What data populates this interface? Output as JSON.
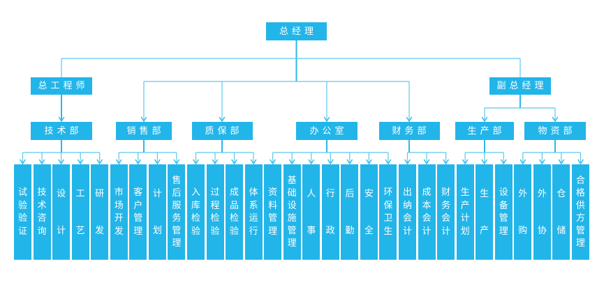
{
  "palette": {
    "background": "#ffffff",
    "node_fill": "#22b5e9",
    "node_text": "#ffffff",
    "line_color": "#5bc8f0",
    "line_strong": "#2db7e9",
    "arrow_color": "#3dbfeb"
  },
  "org_chart": {
    "type": "org-tree",
    "root": {
      "id": "general-manager",
      "label": "总经理"
    },
    "executives": [
      {
        "id": "chief-engineer",
        "label": "总工程师"
      },
      {
        "id": "deputy-general-manager",
        "label": "副总经理"
      }
    ],
    "departments": [
      {
        "id": "technology",
        "label": "技术部",
        "reports_to": "chief-engineer",
        "functions": [
          "试验验证",
          "技术咨询",
          "设计",
          "工艺",
          "研发"
        ]
      },
      {
        "id": "sales",
        "label": "销售部",
        "reports_to": "general-manager",
        "functions": [
          "市场开发",
          "客户管理",
          "计划",
          "售后服务管理"
        ]
      },
      {
        "id": "quality-assurance",
        "label": "质保部",
        "reports_to": "general-manager",
        "functions": [
          "入库检验",
          "过程检验",
          "成品检验",
          "体系运行"
        ]
      },
      {
        "id": "office",
        "label": "办公室",
        "reports_to": "general-manager",
        "functions": [
          "资料管理",
          "基础设施管理",
          "人事",
          "行政",
          "后勤",
          "安全",
          "环保卫生"
        ]
      },
      {
        "id": "finance",
        "label": "财务部",
        "reports_to": "general-manager",
        "functions": [
          "出纳会计",
          "成本会计",
          "财务会计"
        ]
      },
      {
        "id": "production",
        "label": "生产部",
        "reports_to": "deputy-general-manager",
        "functions": [
          "生产计划",
          "生产",
          "设备管理"
        ]
      },
      {
        "id": "materials",
        "label": "物资部",
        "reports_to": "deputy-general-manager",
        "functions": [
          "外购",
          "外协",
          "仓储",
          "合格供方管理"
        ]
      }
    ]
  }
}
